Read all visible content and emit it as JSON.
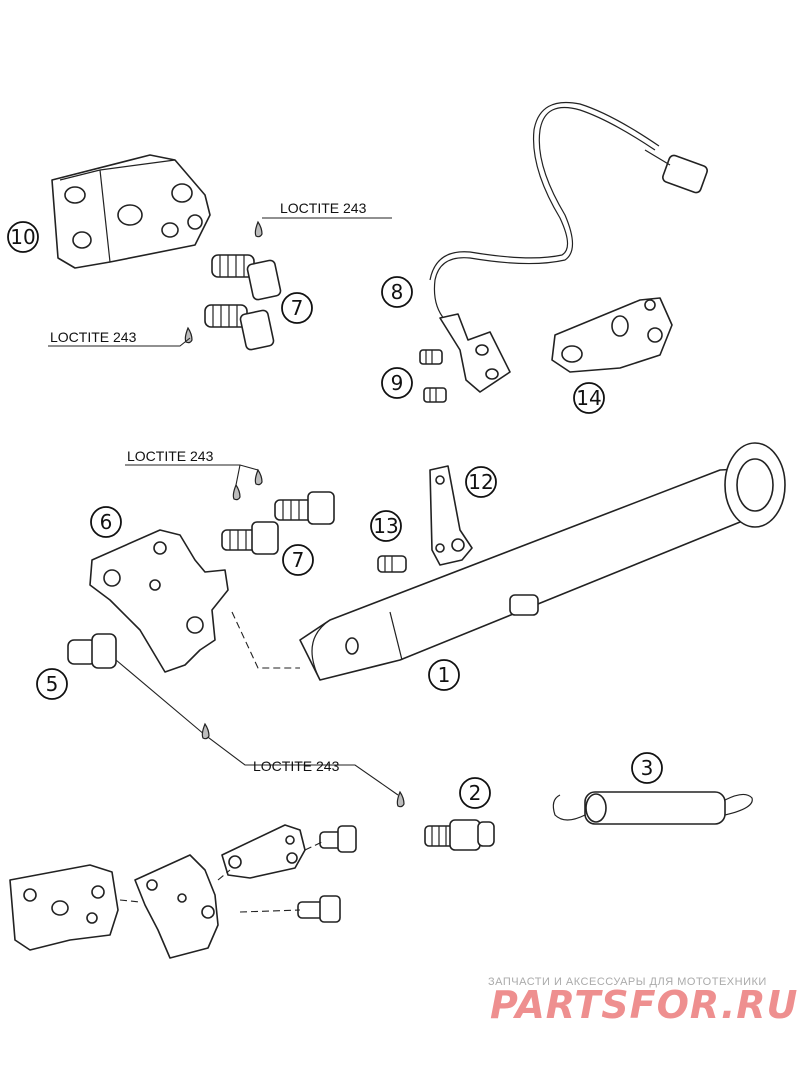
{
  "callouts": {
    "c1": "1",
    "c2": "2",
    "c3": "3",
    "c5": "5",
    "c6": "6",
    "c7a": "7",
    "c7b": "7",
    "c8": "8",
    "c9": "9",
    "c10": "10",
    "c12": "12",
    "c13": "13",
    "c14": "14"
  },
  "loctite": {
    "l1": "LOCTITE 243",
    "l2": "LOCTITE 243",
    "l3": "LOCTITE 243",
    "l4": "LOCTITE 243"
  },
  "watermark": {
    "tagline": "ЗАПЧАСТИ И АКСЕССУАРЫ ДЛЯ МОТОТЕХНИКИ",
    "brand": "PARTSFOR.RU",
    "brand_color": "#ee8f8f"
  },
  "icons": [
    "bracket-10",
    "bolt-7",
    "sensor-cable-8",
    "screw-9",
    "plate-14",
    "side-stand-1",
    "bracket-6",
    "pin-5",
    "bolt-2",
    "spring-3",
    "plate-12",
    "screw-13",
    "loctite-drop"
  ]
}
